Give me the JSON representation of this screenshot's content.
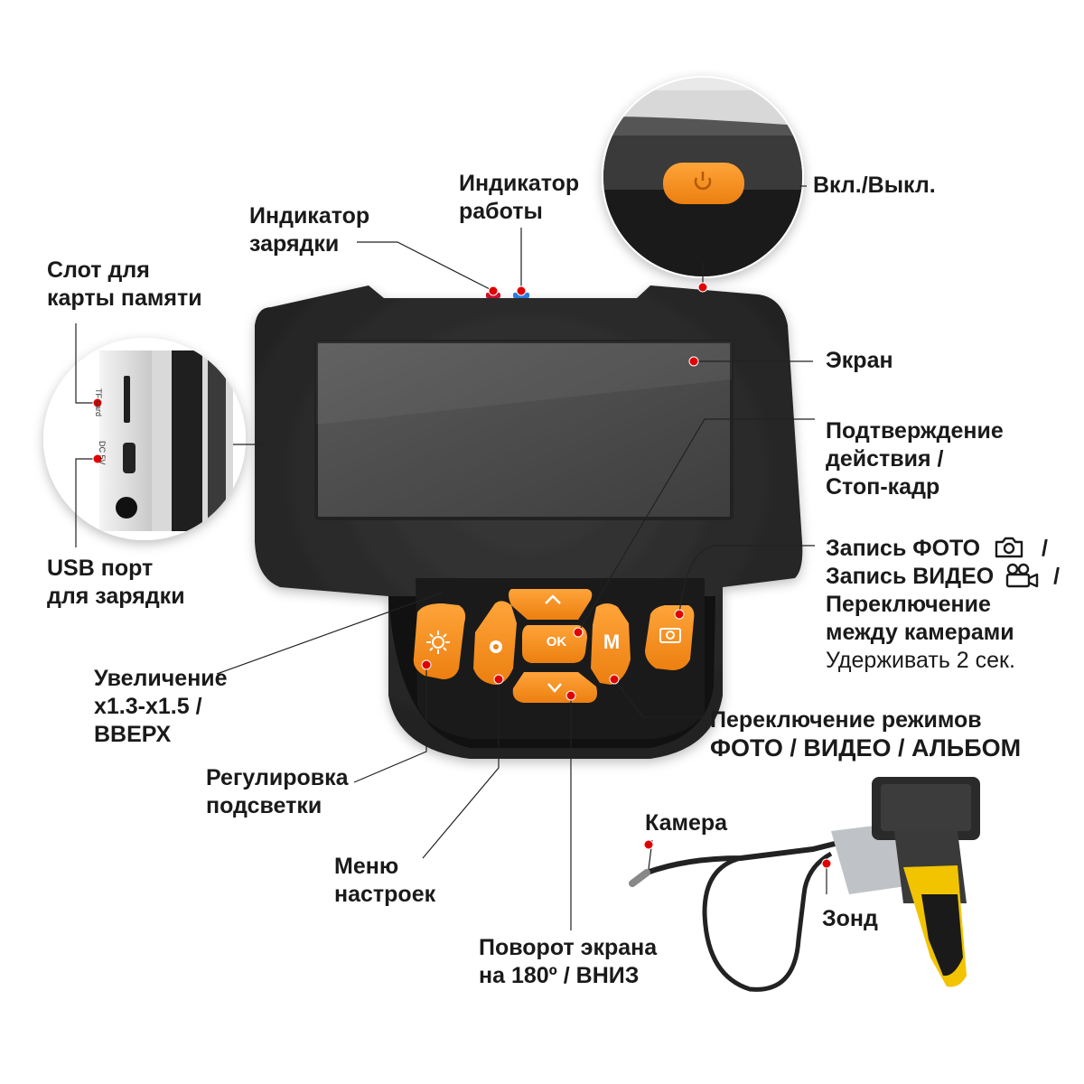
{
  "labels": {
    "charge_indicator": [
      "Индикатор",
      "зарядки"
    ],
    "work_indicator": [
      "Индикатор",
      "работы"
    ],
    "power": "Вкл./Выкл.",
    "memory_slot": [
      "Слот для",
      "карты памяти"
    ],
    "usb_port": [
      "USB порт",
      "для зарядки"
    ],
    "screen": "Экран",
    "confirm": [
      "Подтверждение",
      "действия /",
      "Стоп-кадр"
    ],
    "record": {
      "line1": "Запись ФОТО",
      "line2": "Запись ВИДЕО",
      "line3": "Переключение",
      "line4": "между камерами",
      "hold": "Удерживать 2 сек."
    },
    "zoom": [
      "Увеличение",
      "x1.3-x1.5 /",
      "ВВЕРХ"
    ],
    "mode_switch": [
      "Переключение режимов",
      "ФОТО / ВИДЕО / АЛЬБОМ"
    ],
    "backlight": [
      "Регулировка",
      "подсветки"
    ],
    "menu": [
      "Меню",
      "настроек"
    ],
    "rotate": {
      "line1": "Поворот экрана",
      "line2_prefix": "на 180º / ",
      "line2_bold": "ВНИЗ"
    },
    "camera": "Камера",
    "probe": "Зонд"
  },
  "buttons": {
    "ok": "OK",
    "mode": "M",
    "up": "^",
    "down": "v"
  },
  "port_labels": {
    "tf": "TF card",
    "dc": "DC 5V"
  },
  "colors": {
    "accent": "#f5901e",
    "body": "#2b2b2b",
    "screen": "#4a4a4a",
    "marker": "#e00000",
    "led_blue": "#2b7de0"
  },
  "icons": [
    "sun-icon",
    "gear-icon",
    "camera-icon",
    "power-icon",
    "photo-icon",
    "video-icon"
  ]
}
